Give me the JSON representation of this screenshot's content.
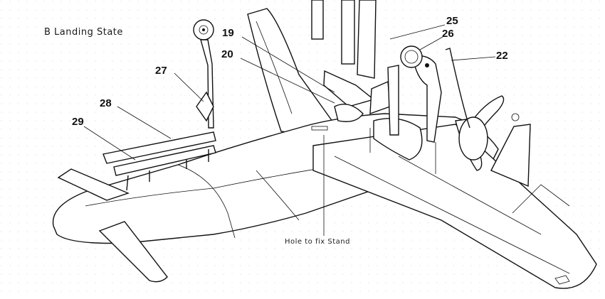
{
  "diagram": {
    "section_title": "B Landing State",
    "callouts": [
      {
        "id": "19",
        "label": "19"
      },
      {
        "id": "20",
        "label": "20"
      },
      {
        "id": "22",
        "label": "22"
      },
      {
        "id": "25",
        "label": "25"
      },
      {
        "id": "26",
        "label": "26"
      },
      {
        "id": "27",
        "label": "27"
      },
      {
        "id": "28",
        "label": "28"
      },
      {
        "id": "29",
        "label": "29"
      }
    ],
    "caption": "Hole to fix Stand"
  }
}
